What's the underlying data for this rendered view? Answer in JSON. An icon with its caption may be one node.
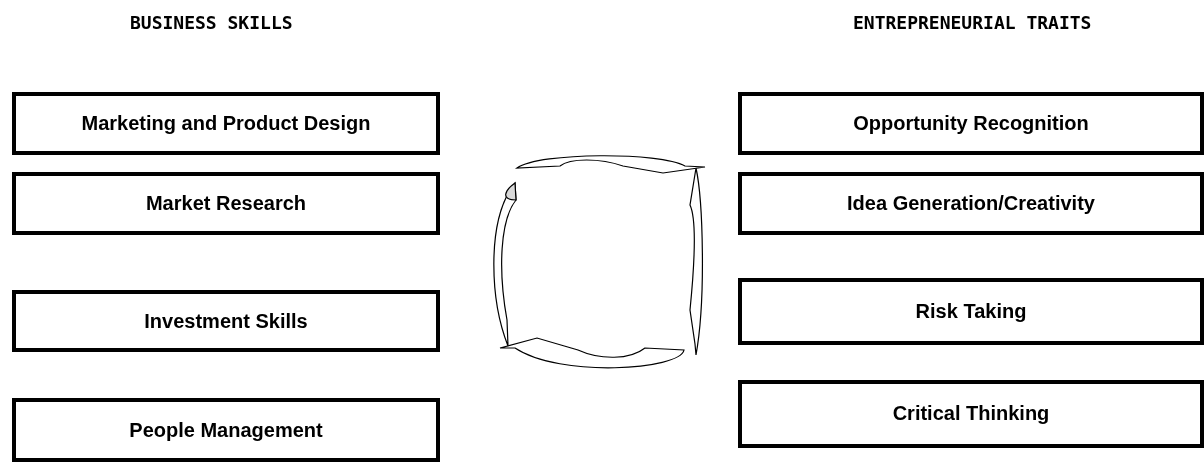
{
  "diagram": {
    "nodes": [
      {
        "text": [
          "Marketing and Product Design"
        ]
      },
      {
        "text": [
          "Market Research"
        ]
      },
      {
        "text": [
          "Investment Skills"
        ]
      },
      {
        "text": [
          "People Management"
        ]
      },
      {
        "text": [
          "Opportunity Recognition"
        ]
      },
      {
        "text": [
          "Idea Generation/Creativity"
        ]
      },
      {
        "text": [
          "Risk Taking"
        ]
      },
      {
        "text": [
          "Critical Thinking"
        ]
      }
    ],
    "edges": [],
    "labels": [
      "BUSINESS SKILLS",
      "ENTREPRENEURIAL TRAITS"
    ]
  }
}
